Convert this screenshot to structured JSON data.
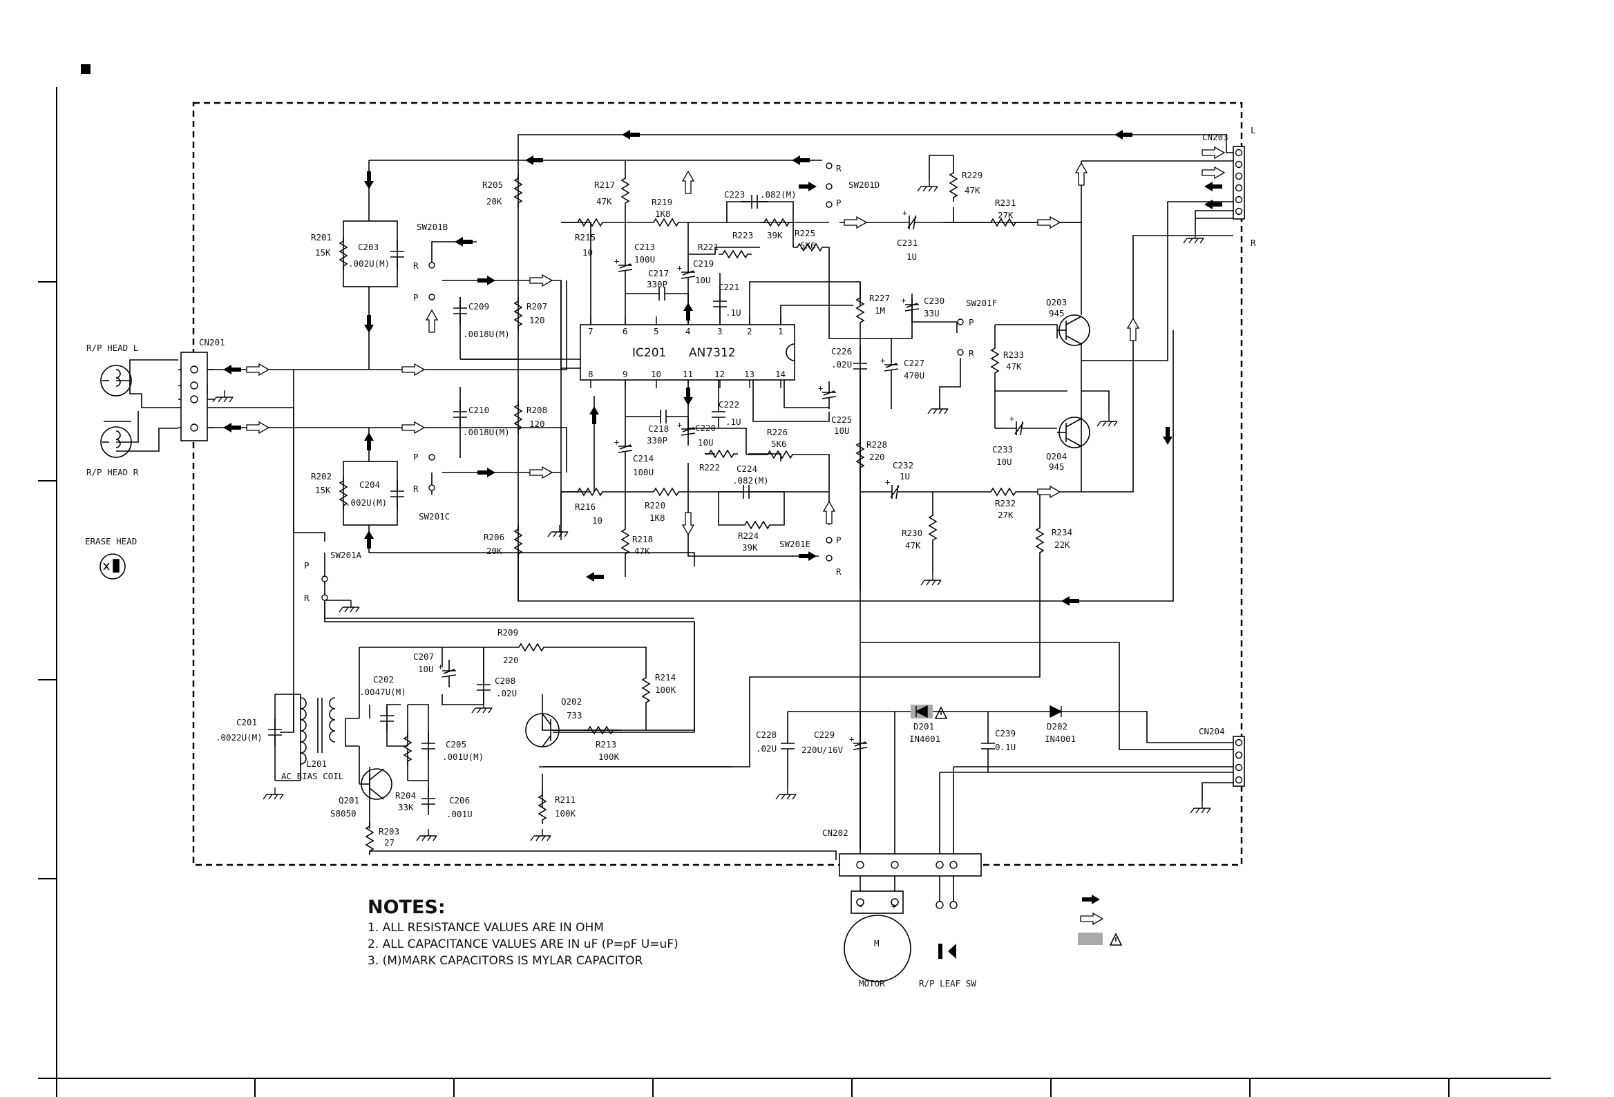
{
  "notes": {
    "title": "NOTES:",
    "items": [
      "1.   ALL RESISTANCE VALUES ARE IN OHM",
      "2.   ALL CAPACITANCE VALUES ARE IN uF (P=pF U=uF)",
      "3.   (M)MARK CAPACITORS IS MYLAR CAPACITOR"
    ]
  },
  "ic": {
    "ref": "IC201",
    "part": "AN7312",
    "pins_top": [
      "7",
      "6",
      "5",
      "4",
      "3",
      "2",
      "1"
    ],
    "pins_bottom": [
      "8",
      "9",
      "10",
      "11",
      "12",
      "13",
      "14"
    ]
  },
  "heads": {
    "rp_l": "R/P HEAD L",
    "rp_r": "R/P HEAD R",
    "erase": "ERASE HEAD"
  },
  "connectors": {
    "cn201": "CN201",
    "cn202": "CN202",
    "cn203": "CN203",
    "cn203_l": "L",
    "cn203_r": "R",
    "cn204": "CN204"
  },
  "switch_labels": {
    "sw201a": "SW201A",
    "sw201b": "SW201B",
    "sw201c": "SW201C",
    "sw201d": "SW201D",
    "sw201e": "SW201E",
    "sw201f": "SW201F",
    "p": "P",
    "r": "R"
  },
  "resistors": [
    {
      "ref": "R201",
      "val": "15K"
    },
    {
      "ref": "R202",
      "val": "15K"
    },
    {
      "ref": "R203",
      "val": "27"
    },
    {
      "ref": "R204",
      "val": "33K"
    },
    {
      "ref": "R205",
      "val": "20K"
    },
    {
      "ref": "R206",
      "val": "20K"
    },
    {
      "ref": "R207",
      "val": "120"
    },
    {
      "ref": "R208",
      "val": "120"
    },
    {
      "ref": "R209",
      "val": "220"
    },
    {
      "ref": "R211",
      "val": "100K"
    },
    {
      "ref": "R213",
      "val": "100K"
    },
    {
      "ref": "R214",
      "val": "100K"
    },
    {
      "ref": "R215",
      "val": "10"
    },
    {
      "ref": "R216",
      "val": "10"
    },
    {
      "ref": "R217",
      "val": "47K"
    },
    {
      "ref": "R218",
      "val": "47K"
    },
    {
      "ref": "R219",
      "val": "1K8"
    },
    {
      "ref": "R220",
      "val": "1K8"
    },
    {
      "ref": "R221",
      "val": ""
    },
    {
      "ref": "R222",
      "val": ""
    },
    {
      "ref": "R223",
      "val": "39K"
    },
    {
      "ref": "R224",
      "val": "39K"
    },
    {
      "ref": "R225",
      "val": "5K6"
    },
    {
      "ref": "R226",
      "val": "5K6"
    },
    {
      "ref": "R227",
      "val": "1M"
    },
    {
      "ref": "R228",
      "val": "220"
    },
    {
      "ref": "R229",
      "val": "47K"
    },
    {
      "ref": "R230",
      "val": "47K"
    },
    {
      "ref": "R231",
      "val": "27K"
    },
    {
      "ref": "R232",
      "val": "27K"
    },
    {
      "ref": "R233",
      "val": "47K"
    },
    {
      "ref": "R234",
      "val": "22K"
    }
  ],
  "capacitors": [
    {
      "ref": "C201",
      "val": ".0022U(M)"
    },
    {
      "ref": "C202",
      "val": ".0047U(M)"
    },
    {
      "ref": "C203",
      "val": ".002U(M)"
    },
    {
      "ref": "C204",
      "val": ".002U(M)"
    },
    {
      "ref": "C205",
      "val": ".001U(M)"
    },
    {
      "ref": "C206",
      "val": ".001U"
    },
    {
      "ref": "C207",
      "val": "10U"
    },
    {
      "ref": "C208",
      "val": ".02U"
    },
    {
      "ref": "C209",
      "val": ".0018U(M)"
    },
    {
      "ref": "C210",
      "val": ".0018U(M)"
    },
    {
      "ref": "C213",
      "val": "100U"
    },
    {
      "ref": "C214",
      "val": "100U"
    },
    {
      "ref": "C217",
      "val": "330P"
    },
    {
      "ref": "C218",
      "val": "330P"
    },
    {
      "ref": "C219",
      "val": "10U"
    },
    {
      "ref": "C220",
      "val": "10U"
    },
    {
      "ref": "C221",
      "val": ".1U"
    },
    {
      "ref": "C222",
      "val": ".1U"
    },
    {
      "ref": "C223",
      "val": ".082(M)"
    },
    {
      "ref": "C224",
      "val": ".082(M)"
    },
    {
      "ref": "C225",
      "val": "10U"
    },
    {
      "ref": "C226",
      "val": ".02U"
    },
    {
      "ref": "C227",
      "val": "470U"
    },
    {
      "ref": "C228",
      "val": ".02U"
    },
    {
      "ref": "C229",
      "val": "220U/16V"
    },
    {
      "ref": "C230",
      "val": "33U"
    },
    {
      "ref": "C231",
      "val": "1U"
    },
    {
      "ref": "C232",
      "val": "1U"
    },
    {
      "ref": "C233",
      "val": "10U"
    },
    {
      "ref": "C239",
      "val": "0.1U"
    }
  ],
  "transistors": [
    {
      "ref": "Q201",
      "part": "S8050"
    },
    {
      "ref": "Q202",
      "part": "733"
    },
    {
      "ref": "Q203",
      "part": "945"
    },
    {
      "ref": "Q204",
      "part": "945"
    }
  ],
  "diodes": [
    {
      "ref": "D201",
      "part": "IN4001"
    },
    {
      "ref": "D202",
      "part": "IN4001"
    }
  ],
  "coil": {
    "ref": "L201",
    "name": "AC BIAS COIL"
  },
  "motor": {
    "letter": "M",
    "name": "MOTOR",
    "minus": "-",
    "plus": "+"
  },
  "leaf_switch": "R/P LEAF SW"
}
